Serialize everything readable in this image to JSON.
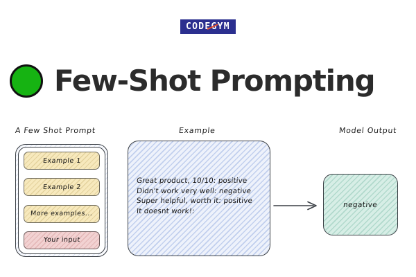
{
  "logo": {
    "text": "CODEGYM",
    "background_color": "#2b2f8f",
    "text_color": "#ffffff",
    "slash_color": "#e8502a"
  },
  "title": {
    "text": "Few-Shot Prompting",
    "text_color": "#2b2b2b",
    "bullet_color": "#16b312",
    "bullet_outline_color": "#111111"
  },
  "sections": {
    "prompt_caption": "A Few Shot Prompt",
    "example_caption": "Example",
    "output_caption": "Model Output"
  },
  "prompt_stack": {
    "cards": [
      {
        "label": "Example 1",
        "style": "yellow",
        "color": "#f7e9bd"
      },
      {
        "label": "Example 2",
        "style": "yellow",
        "color": "#f7e9bd"
      },
      {
        "label": "More examples...",
        "style": "yellow",
        "color": "#f7e9bd"
      },
      {
        "label": "Your input",
        "style": "pink",
        "color": "#f2d2d2"
      }
    ]
  },
  "example_box": {
    "fill_color": "#eef2fb",
    "lines": [
      "Great product, 10/10: positive",
      "Didn't work very well: negative",
      "Super helpful, worth it: positive",
      "It doesnt work!:"
    ]
  },
  "model_output": {
    "value": "negative",
    "fill_color": "#d7eee6"
  }
}
